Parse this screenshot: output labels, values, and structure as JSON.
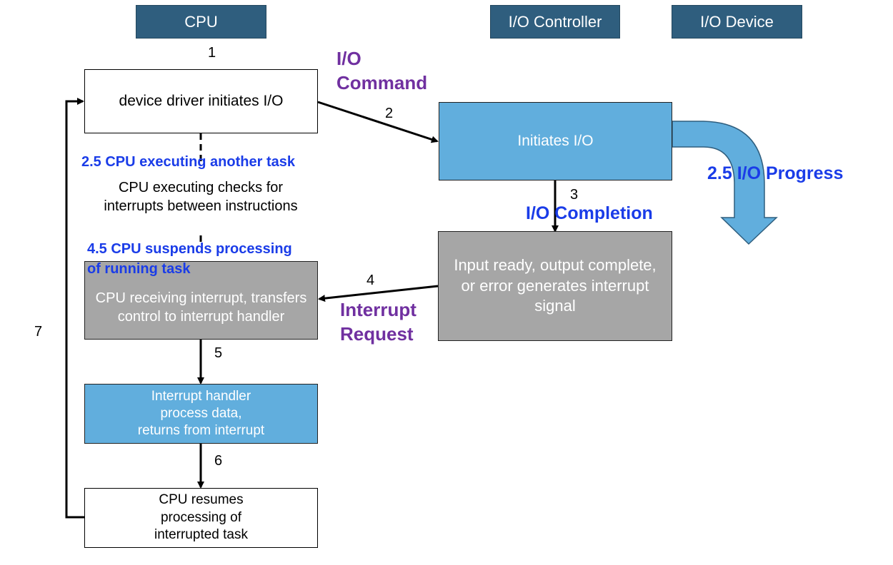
{
  "headers": {
    "cpu": "CPU",
    "io_controller": "I/O Controller",
    "io_device": "I/O Device"
  },
  "steps": {
    "s1": "1",
    "s2": "2",
    "s3": "3",
    "s4": "4",
    "s5": "5",
    "s6": "6",
    "s7": "7"
  },
  "boxes": {
    "initiate": "device driver initiates I/O",
    "controller_initiates": "Initiates I/O",
    "checks": "CPU executing checks for interrupts between instructions",
    "receive": "CPU receiving interrupt, transfers control to interrupt handler",
    "signal": "Input ready, output complete, or error generates interrupt signal",
    "handler_l1": "Interrupt handler",
    "handler_l2": "process data,",
    "handler_l3": "returns from interrupt",
    "resume": "CPU resumes processing of interrupted task"
  },
  "labels": {
    "io_command_l1": "I/O",
    "io_command_l2": "Command",
    "cpu_another_task": "2.5 CPU executing another task",
    "io_progress": "2.5 I/O Progress",
    "io_completion": "I/O Completion",
    "suspend_l1": "4.5 CPU suspends processing",
    "suspend_l2": "of running task",
    "interrupt_l1": "Interrupt",
    "interrupt_l2": "Request"
  },
  "colors": {
    "header": "#2f5e7e",
    "blue_box": "#61aedd",
    "gray_box": "#a6a6a6",
    "purple_label": "#7030a0",
    "blue_label": "#1a3ce8"
  }
}
